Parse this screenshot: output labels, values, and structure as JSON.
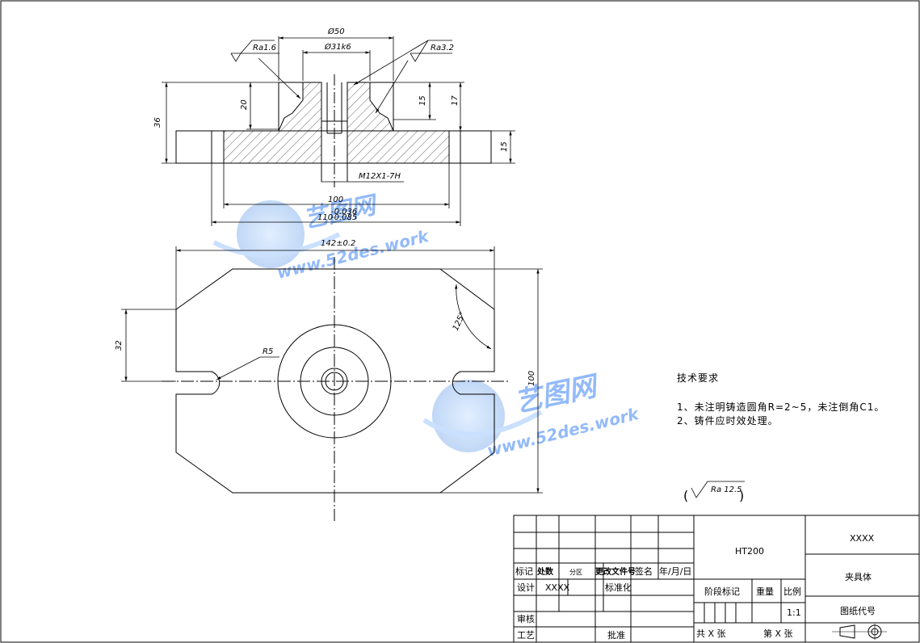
{
  "dims": {
    "d50": "Ø50",
    "d31": "Ø31k6",
    "ra16": "Ra1.6",
    "ra32": "Ra3.2",
    "h36": "36",
    "h20": "20",
    "h15a": "15",
    "h17": "17",
    "h15b": "15",
    "thread": "M12X1-7H",
    "w100": "100",
    "w110_base": "110",
    "w110_tol_top": "-0.036",
    "w110_tol_bot": "-0.085",
    "w142": "142±0.2",
    "h32": "32",
    "r5": "R5",
    "a125": "125°",
    "h100": "100"
  },
  "notes": {
    "title": "技术要求",
    "line1": "1、未注明铸造圆角R=2~5，未注倒角C1。",
    "line2": "2、铸件应时效处理。"
  },
  "roughness_general": "Ra 12.5",
  "watermark": {
    "brand": "艺图网",
    "url": "www.52des.work"
  },
  "titleblock": {
    "mark": "标记",
    "count": "处数",
    "zone": "分区",
    "change_doc": "更改文件号",
    "sign": "签名",
    "date": "年/月/日",
    "design": "设计",
    "designer": "XXXX",
    "standard": "标准化",
    "review": "审核",
    "process": "工艺",
    "approve": "批准",
    "material": "HT200",
    "stage_mark": "阶段标记",
    "weight": "重量",
    "scale_label": "比例",
    "scale_value": "1:1",
    "sheets": "共 X 张",
    "sheet_no": "第 X 张",
    "company": "XXXX",
    "part_name": "夹具体",
    "drawing_no": "图纸代号"
  }
}
